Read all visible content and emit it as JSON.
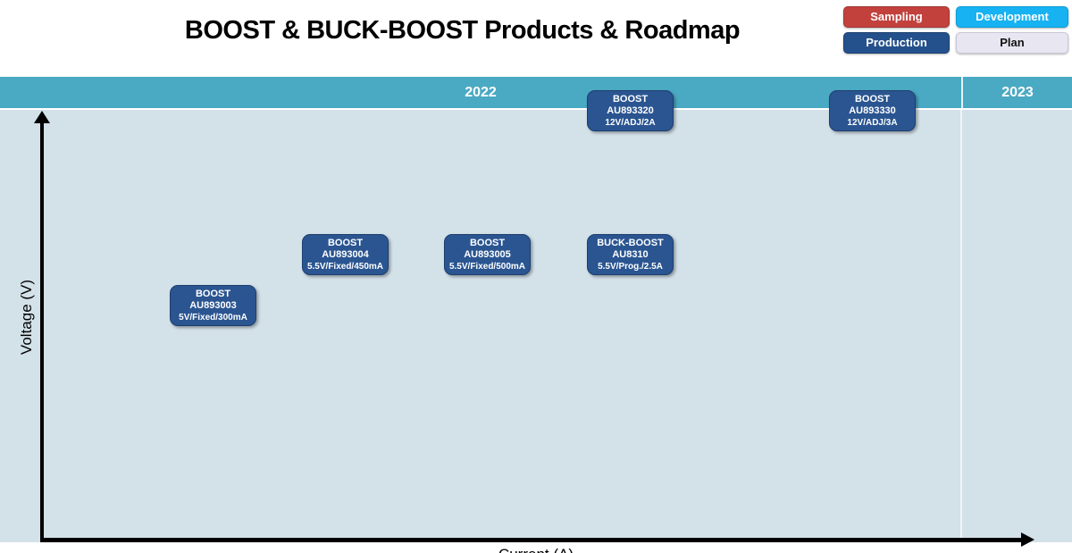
{
  "page": {
    "title": "BOOST & BUCK-BOOST Products & Roadmap"
  },
  "legend": {
    "items": [
      {
        "label": "Sampling",
        "color": "#c2413d",
        "text_color": "#ffffff"
      },
      {
        "label": "Development",
        "color": "#17b2f2",
        "text_color": "#ffffff"
      },
      {
        "label": "Production",
        "color": "#24518c",
        "text_color": "#ffffff"
      },
      {
        "label": "Plan",
        "color": "#e8e6f0",
        "text_color": "#111111"
      }
    ]
  },
  "timeline": {
    "years": [
      {
        "label": "2022"
      },
      {
        "label": "2023"
      }
    ]
  },
  "axes": {
    "y_label": "Voltage (V)",
    "x_label": "Current (A)"
  },
  "products": [
    {
      "name": "BOOST",
      "part": "AU893003",
      "spec": "5V/Fixed/300mA",
      "status": "Production",
      "year": "2022"
    },
    {
      "name": "BOOST",
      "part": "AU893004",
      "spec": "5.5V/Fixed/450mA",
      "status": "Production",
      "year": "2022"
    },
    {
      "name": "BOOST",
      "part": "AU893005",
      "spec": "5.5V/Fixed/500mA",
      "status": "Production",
      "year": "2022"
    },
    {
      "name": "BUCK-BOOST",
      "part": "AU8310",
      "spec": "5.5V/Prog./2.5A",
      "status": "Production",
      "year": "2022"
    },
    {
      "name": "BOOST",
      "part": "AU893320",
      "spec": "12V/ADJ/2A",
      "status": "Production",
      "year": "2022"
    },
    {
      "name": "BOOST",
      "part": "AU893330",
      "spec": "12V/ADJ/3A",
      "status": "Production",
      "year": "2022"
    }
  ],
  "chart_data": {
    "type": "scatter",
    "title": "BOOST & BUCK-BOOST Products & Roadmap",
    "xlabel": "Current (A)",
    "ylabel": "Voltage (V)",
    "x_ticks": [],
    "y_ticks": [],
    "grid": false,
    "legend_position": "top-right",
    "legend_entries": [
      "Sampling",
      "Development",
      "Production",
      "Plan"
    ],
    "timeline_columns": [
      "2022",
      "2023"
    ],
    "points": [
      {
        "label": "BOOST AU893003",
        "voltage": "5V",
        "current": "300mA",
        "spec": "5V/Fixed/300mA",
        "status": "Production",
        "year": "2022",
        "rel_x": 0.13,
        "rel_y": 0.33
      },
      {
        "label": "BOOST AU893004",
        "voltage": "5.5V",
        "current": "450mA",
        "spec": "5.5V/Fixed/450mA",
        "status": "Production",
        "year": "2022",
        "rel_x": 0.26,
        "rel_y": 0.45
      },
      {
        "label": "BOOST AU893005",
        "voltage": "5.5V",
        "current": "500mA",
        "spec": "5.5V/Fixed/500mA",
        "status": "Production",
        "year": "2022",
        "rel_x": 0.41,
        "rel_y": 0.45
      },
      {
        "label": "BUCK-BOOST AU8310",
        "voltage": "5.5V",
        "current": "2.5A",
        "spec": "5.5V/Prog./2.5A",
        "status": "Production",
        "year": "2022",
        "rel_x": 0.55,
        "rel_y": 0.45
      },
      {
        "label": "BOOST AU893320",
        "voltage": "12V",
        "current": "2A",
        "spec": "12V/ADJ/2A",
        "status": "Production",
        "year": "2022",
        "rel_x": 0.55,
        "rel_y": 0.78
      },
      {
        "label": "BOOST AU893330",
        "voltage": "12V",
        "current": "3A",
        "spec": "12V/ADJ/3A",
        "status": "Production",
        "year": "2022",
        "rel_x": 0.79,
        "rel_y": 0.78
      }
    ]
  }
}
